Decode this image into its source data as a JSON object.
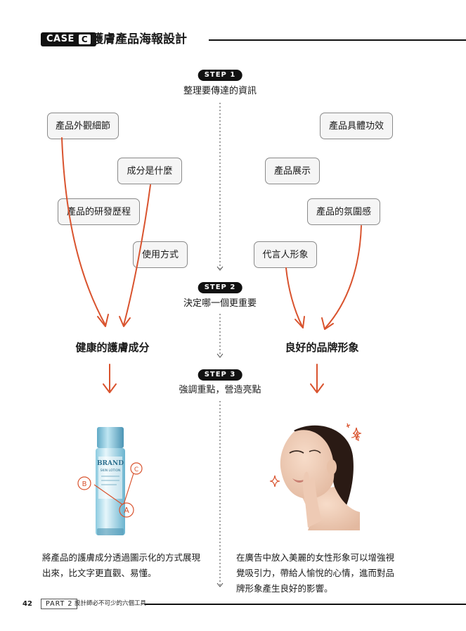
{
  "header": {
    "case_label": "CASE",
    "case_letter": "C",
    "title": "護膚產品海報設計"
  },
  "steps": [
    {
      "label": "STEP 1",
      "text": "整理要傳達的資訊"
    },
    {
      "label": "STEP 2",
      "text": "決定哪一個更重要"
    },
    {
      "label": "STEP 3",
      "text": "強調重點，營造亮點"
    }
  ],
  "left_boxes": [
    "產品外觀細節",
    "成分是什麼",
    "產品的研發歷程",
    "使用方式"
  ],
  "right_boxes": [
    "產品具體功效",
    "產品展示",
    "產品的氛圍感",
    "代言人形象"
  ],
  "results": {
    "left": "健康的護膚成分",
    "right": "良好的品牌形象"
  },
  "bottle": {
    "label_line1": "BRAND",
    "label_line2": "SKIN LOTION",
    "markers": [
      "A",
      "B",
      "C"
    ]
  },
  "descriptions": {
    "left": [
      "將產品的護膚成分透過圖示化的方式展現",
      "出來，比文字更直觀、易懂。"
    ],
    "right": [
      "在廣告中放入美麗的女性形象可以增強視",
      "覺吸引力，帶給人愉悅的心情，進而對品",
      "牌形象產生良好的影響。"
    ]
  },
  "footer": {
    "page_number": "42",
    "part": "PART 2",
    "text": "設計師必不可少的六個工具"
  },
  "colors": {
    "arrow": "#d9532e",
    "ink": "#111111",
    "bottle": "#7fc3da"
  }
}
